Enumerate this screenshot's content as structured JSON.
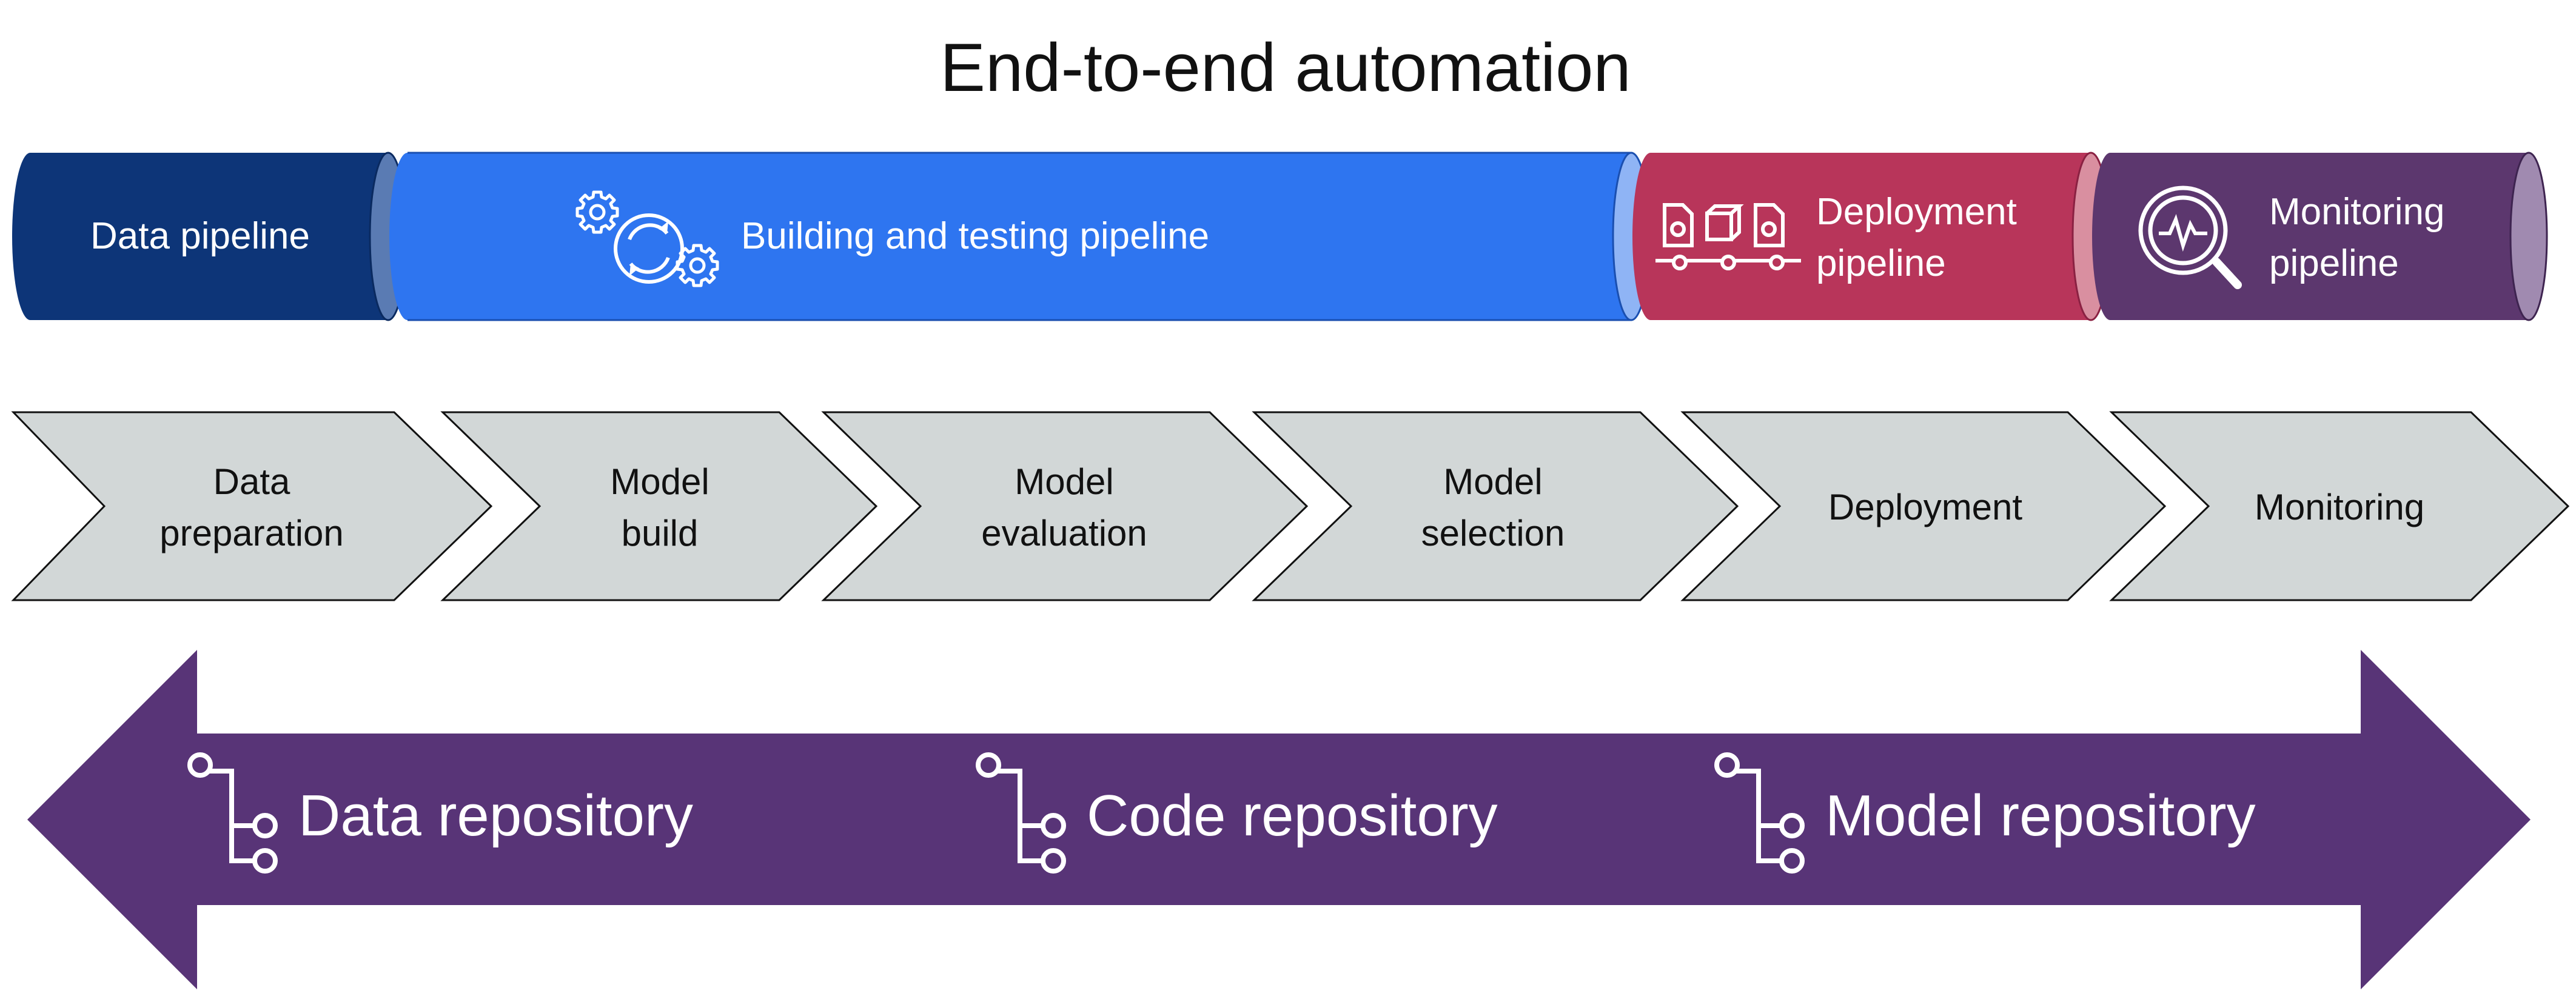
{
  "title": "End-to-end automation",
  "colors": {
    "data_pipeline": "#0d3578",
    "build_pipeline": "#2e75f0",
    "deploy_pipeline": "#b8355a",
    "monitor_pipeline": "#5c376e",
    "chevron_fill": "#d2d7d7",
    "repo_arrow": "#583477"
  },
  "pipelines": [
    {
      "label": "Data pipeline",
      "icon": "none"
    },
    {
      "label": "Building and testing pipeline",
      "icon": "gears-refresh-icon"
    },
    {
      "label_line1": "Deployment",
      "label_line2": "pipeline",
      "icon": "conveyor-icon"
    },
    {
      "label_line1": "Monitoring",
      "label_line2": "pipeline",
      "icon": "magnifier-pulse-icon"
    }
  ],
  "stages": [
    {
      "line1": "Data",
      "line2": "preparation"
    },
    {
      "line1": "Model",
      "line2": "build"
    },
    {
      "line1": "Model",
      "line2": "evaluation"
    },
    {
      "line1": "Model",
      "line2": "selection"
    },
    {
      "line1": "Deployment",
      "line2": ""
    },
    {
      "line1": "Monitoring",
      "line2": ""
    }
  ],
  "repositories": [
    {
      "label": "Data repository",
      "icon": "branch-icon"
    },
    {
      "label": "Code repository",
      "icon": "branch-icon"
    },
    {
      "label": "Model repository",
      "icon": "branch-icon"
    }
  ]
}
